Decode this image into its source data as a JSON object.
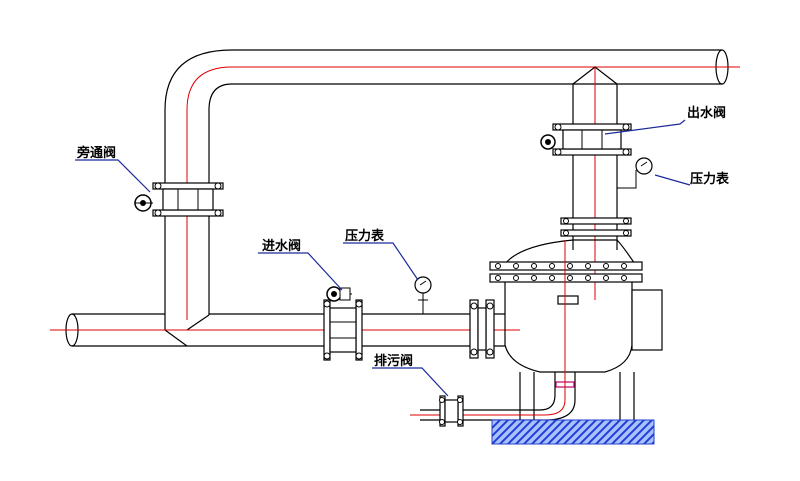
{
  "labels": {
    "bypass_valve": "旁通阀",
    "outlet_valve": "出水阀",
    "pressure_gauge_top": "压力表",
    "inlet_valve": "进水阀",
    "pressure_gauge_mid": "压力表",
    "drain_valve": "排污阀"
  },
  "colors": {
    "centerline": "#e00000",
    "leader": "#1a2a9a",
    "foundation": "#1f3fd0",
    "foundation_bg": "#a8c0ff"
  }
}
